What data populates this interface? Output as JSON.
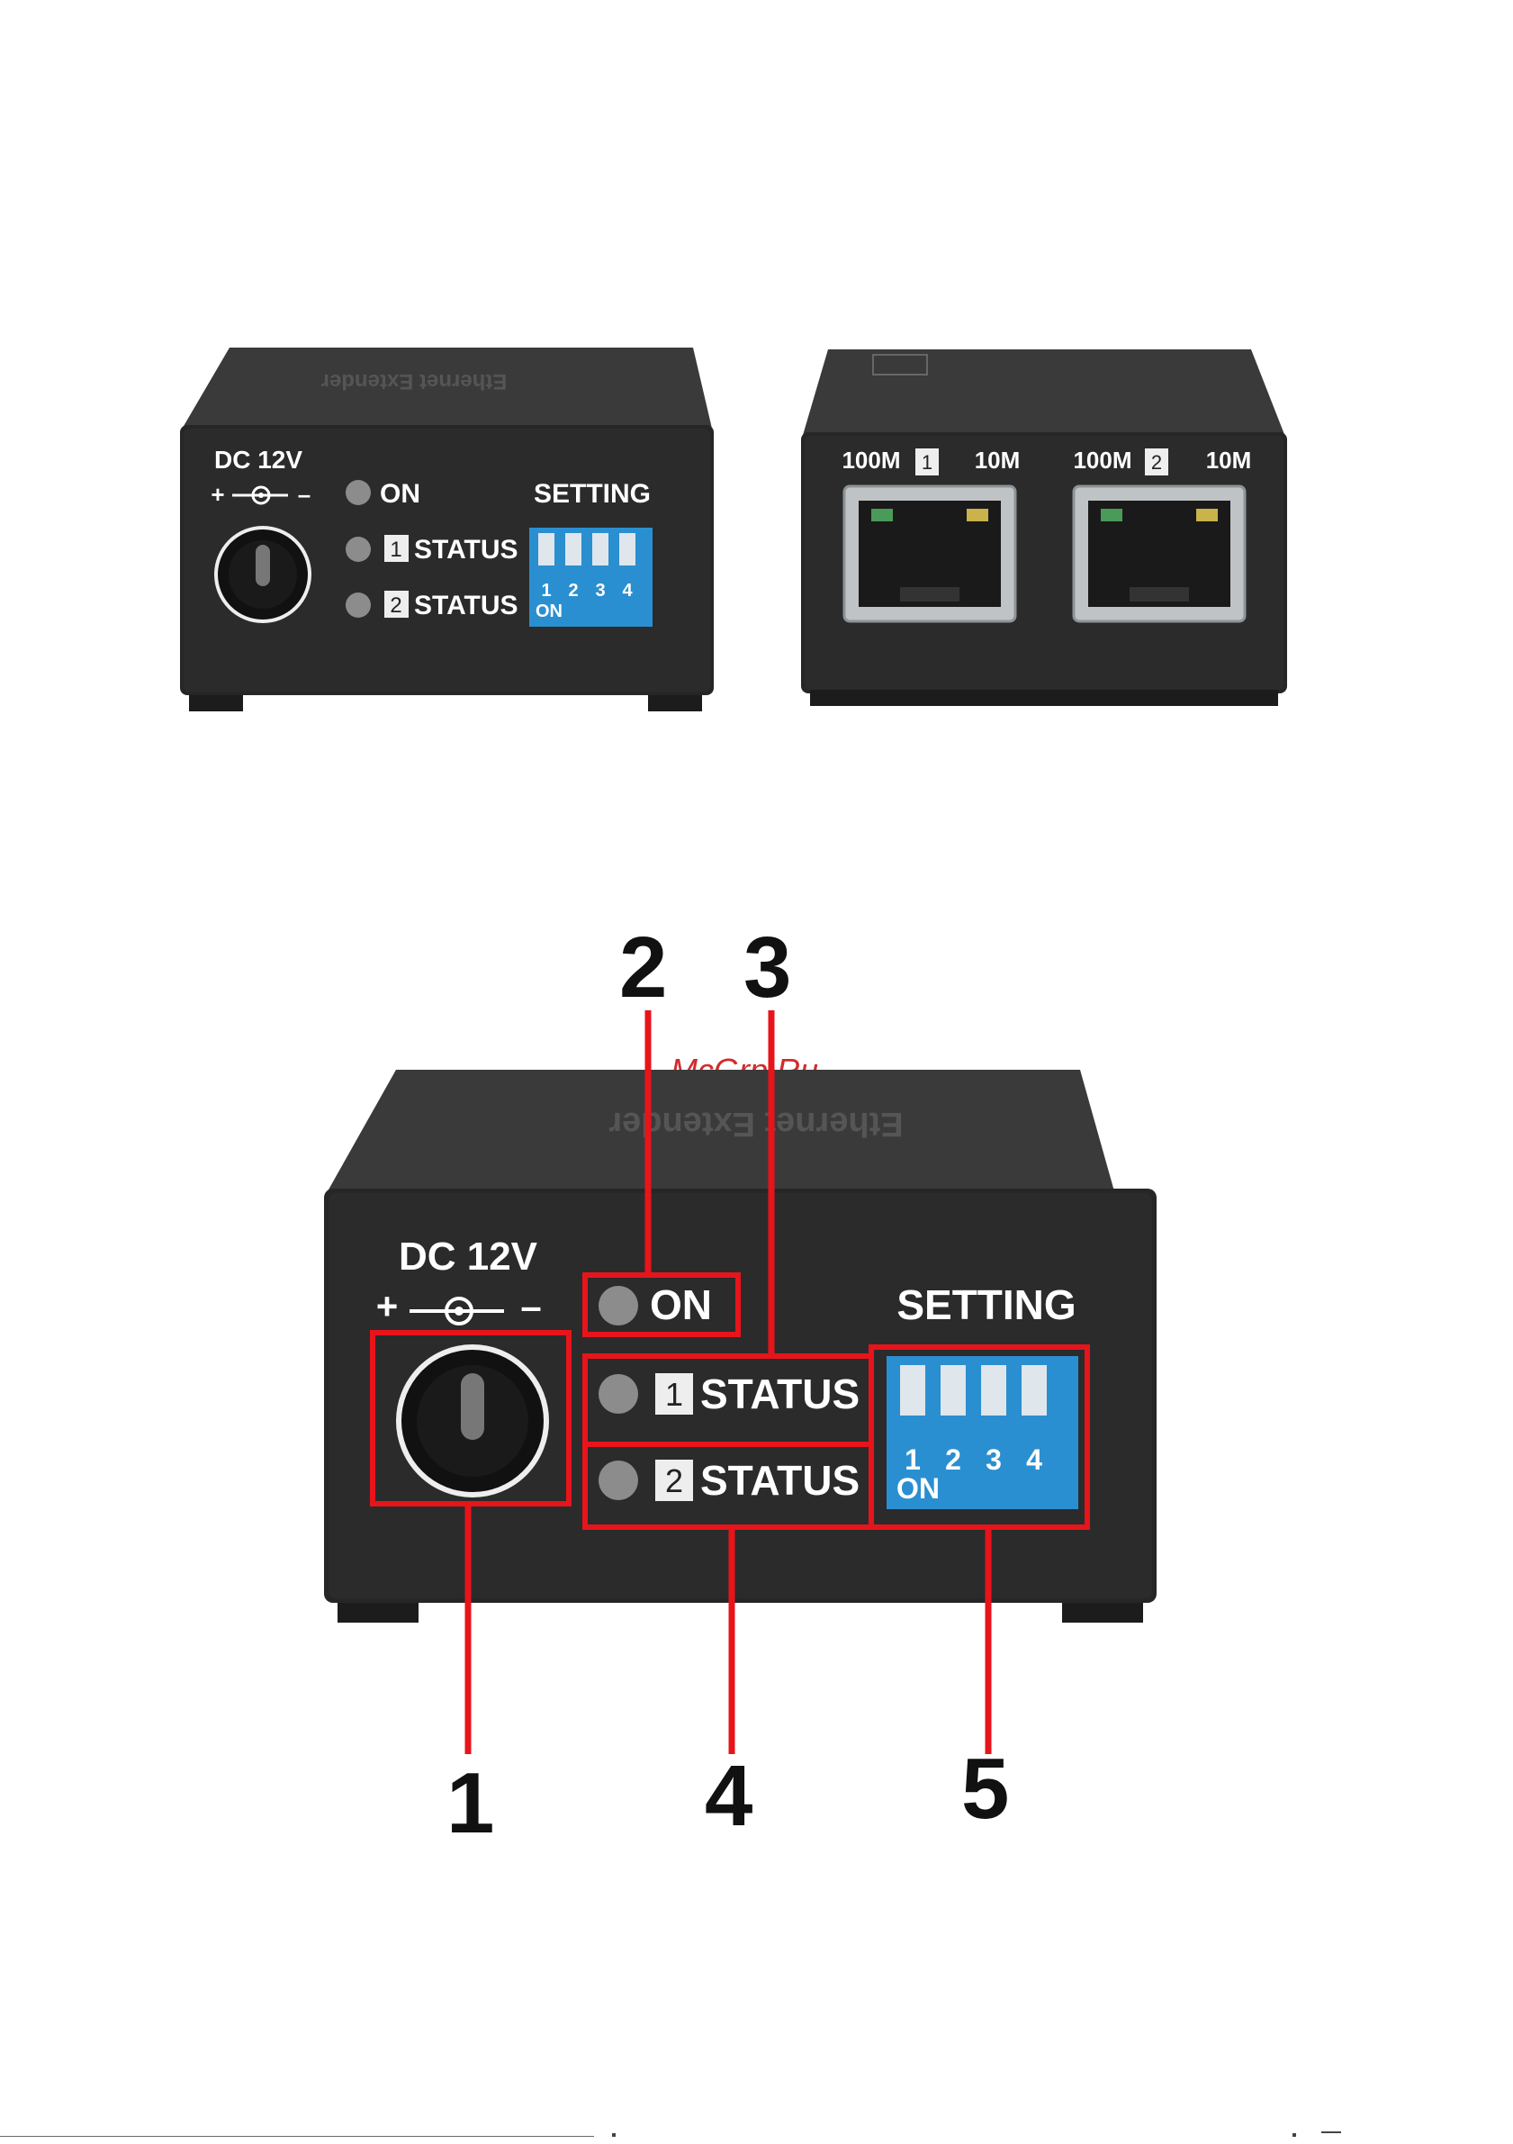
{
  "front_panel": {
    "dc_label": "DC 12V",
    "polarity_plus": "+",
    "polarity_minus": "–",
    "led_on_label": "ON",
    "port1_num": "1",
    "port2_num": "2",
    "status_label": "STATUS",
    "setting_label": "SETTING",
    "dip_on_label": "ON",
    "dip_numbers": [
      "1",
      "2",
      "3",
      "4"
    ],
    "top_label": "Ethernet Extender"
  },
  "rear_panel": {
    "speed_100": "100M",
    "speed_10": "10M",
    "port1_num": "1",
    "port2_num": "2"
  },
  "callouts": [
    "1",
    "2",
    "3",
    "4",
    "5"
  ],
  "watermark": "McGrp.Ru",
  "colors": {
    "device_body": "#2a2a2a",
    "callout_red": "#e8141b",
    "dip_blue": "#2a8fd0",
    "watermark": "#d22b2b"
  }
}
